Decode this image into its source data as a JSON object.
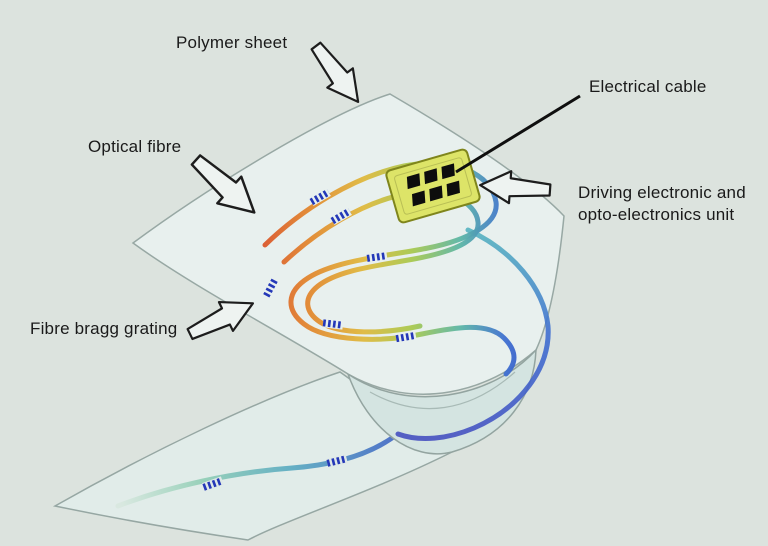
{
  "figure": {
    "background_color": "#dce3de",
    "labels": {
      "polymer_sheet": "Polymer sheet",
      "electrical_cable": "Electrical cable",
      "optical_fibre": "Optical fibre",
      "driving_unit_line1": "Driving electronic and",
      "driving_unit_line2": "opto-electronics unit",
      "fibre_bragg_grating": "Fibre bragg grating"
    },
    "colors": {
      "sheet_fill": "#e9f2f0",
      "sheet_edge": "#93a4a0",
      "curl_fill": "#d4e4e1",
      "underside_fill": "#e2edea",
      "unit_fill": "#dde468",
      "unit_edge": "#7f851c",
      "chip_color": "#0d0d0d",
      "grating_color": "#2438b8",
      "cable_color": "#0f0f0f",
      "arrow_fill": "#eef3f1",
      "arrow_outline": "#1d1d1d"
    }
  }
}
